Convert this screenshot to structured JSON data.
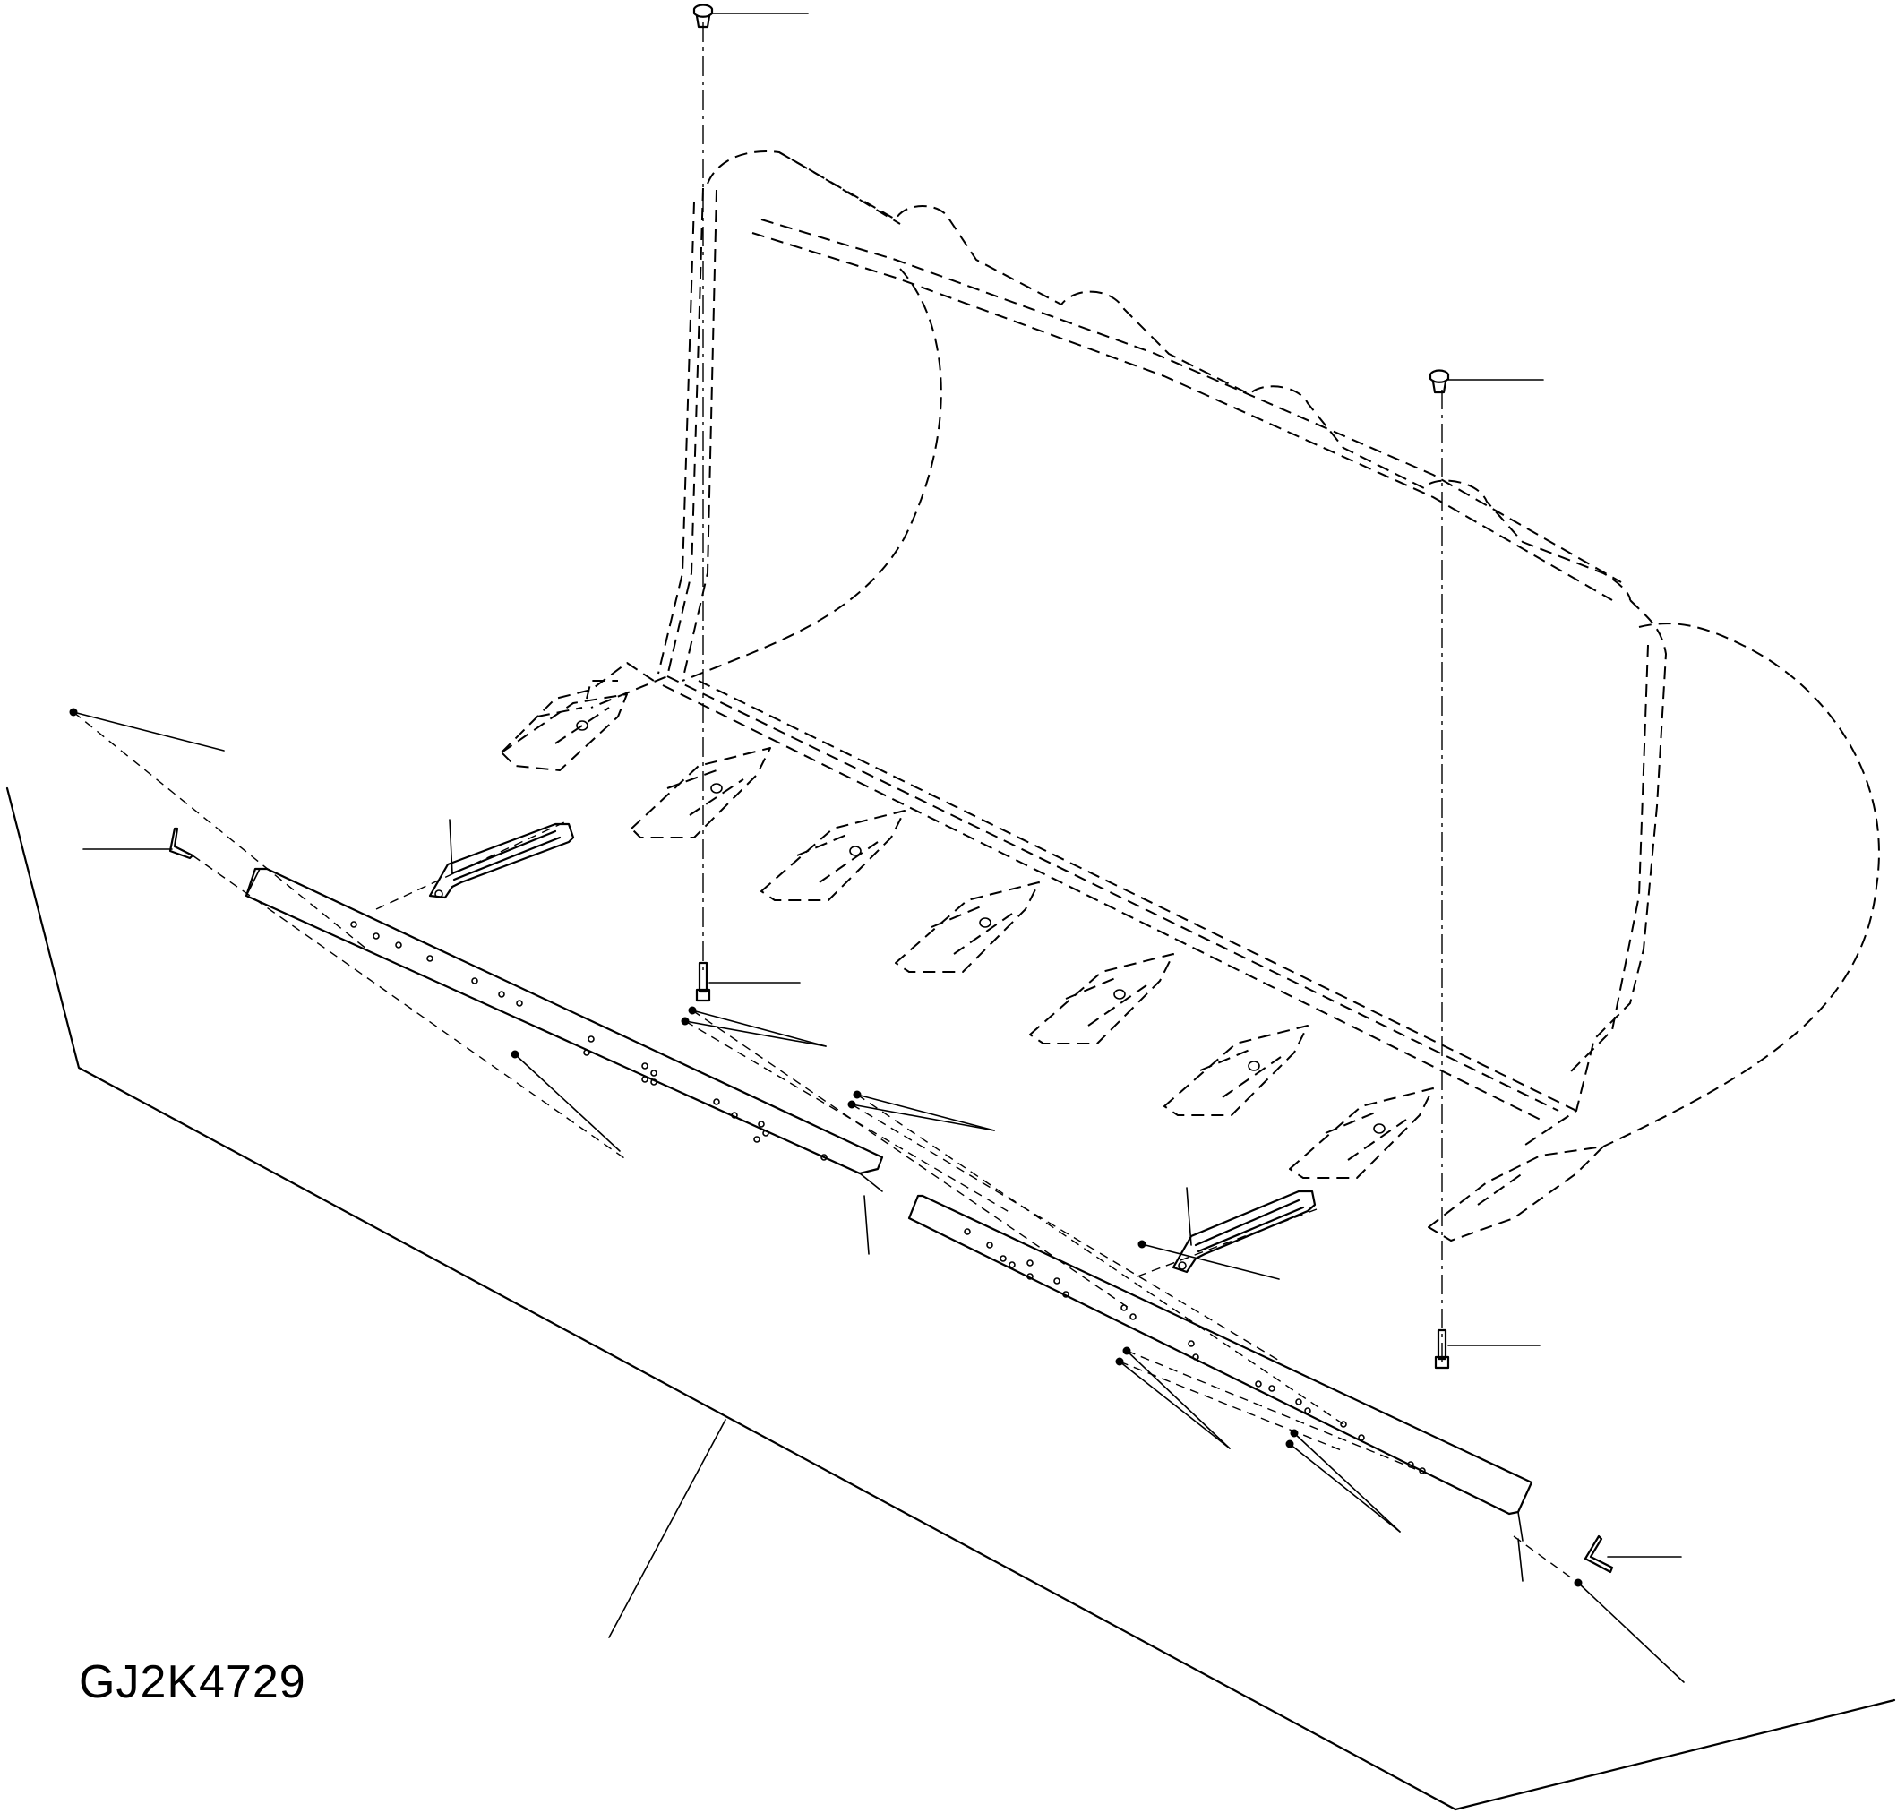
{
  "drawing": {
    "code": "GJ2K4729",
    "subject": "bucket-with-bolt-on-cutting-edge-and-teeth",
    "line_color": "#000000",
    "background": "#ffffff",
    "leaders_count": 20
  }
}
